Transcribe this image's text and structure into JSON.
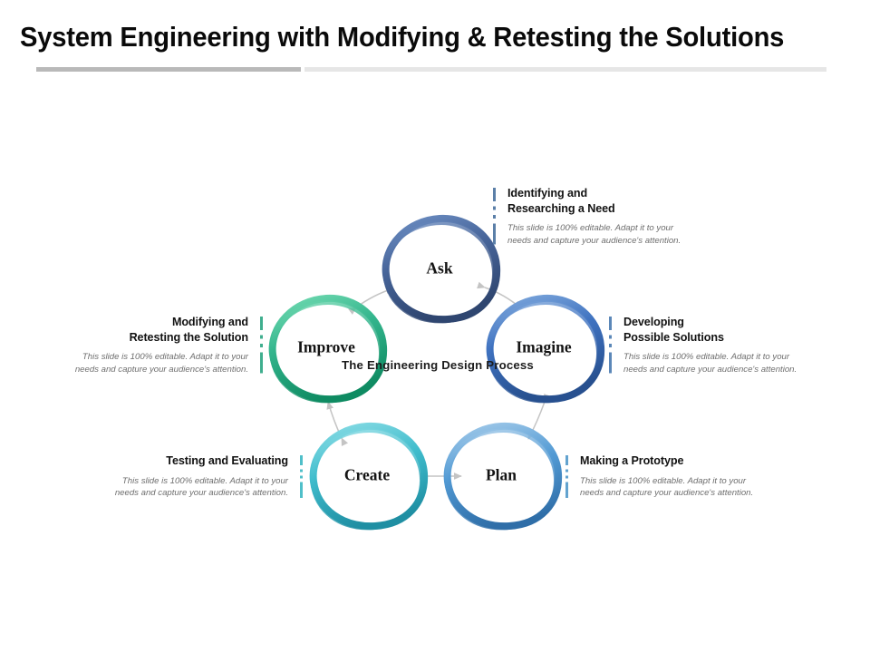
{
  "slide": {
    "title": "System Engineering with Modifying & Retesting the Solutions",
    "center_label": "The Engineering\nDesign  Process"
  },
  "colors": {
    "ask": "#3f5a8a",
    "imagine": "#3b6fc0",
    "plan": "#4f93d0",
    "create": "#3cb8cc",
    "improve": "#2fb189",
    "arrow": "#c9c9c9",
    "divider_dark": "#b9b9b9",
    "divider_light": "#e6e6e6",
    "heading_text": "#121212",
    "body_text": "#6e6e6e"
  },
  "nodes": [
    {
      "id": "ask",
      "label": "Ask"
    },
    {
      "id": "imagine",
      "label": "Imagine"
    },
    {
      "id": "plan",
      "label": "Plan"
    },
    {
      "id": "create",
      "label": "Create"
    },
    {
      "id": "improve",
      "label": "Improve"
    }
  ],
  "callouts": [
    {
      "id": "ask",
      "heading": "Identifying and\nResearching a Need",
      "body": "This slide is 100% editable. Adapt it to your\nneeds and capture your audience's attention.",
      "accent_color": "#5b7fa8"
    },
    {
      "id": "imagine",
      "heading": "Developing\nPossible Solutions",
      "body": "This slide is 100% editable. Adapt it to your\nneeds and capture your audience's attention.",
      "accent_color": "#5b87b8"
    },
    {
      "id": "plan",
      "heading": "Making a Prototype",
      "body": "This slide is 100% editable. Adapt it to your\nneeds and capture your audience's attention.",
      "accent_color": "#63a3cf"
    },
    {
      "id": "create",
      "heading": "Testing and Evaluating",
      "body": "This slide is 100% editable. Adapt it to your\nneeds and capture your audience's attention.",
      "accent_color": "#4fbfc9"
    },
    {
      "id": "improve",
      "heading": "Modifying and\nRetesting the Solution",
      "body": "This slide is 100% editable. Adapt it to your\nneeds and capture your audience's attention.",
      "accent_color": "#3fae8e"
    }
  ]
}
